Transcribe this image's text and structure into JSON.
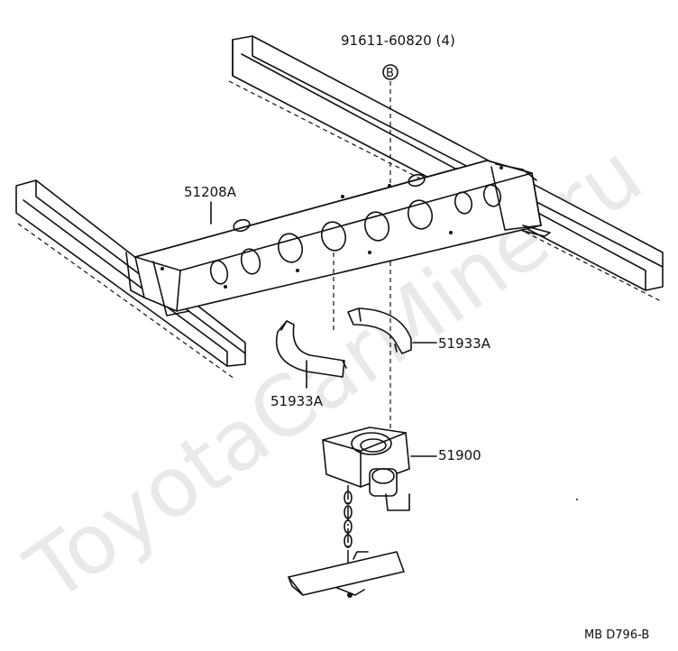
{
  "watermark": "ToyotaCarMine.ru",
  "callouts": {
    "bolt": "91611-60820 (4)",
    "bolt_ref": "B",
    "crossmember": "51208A",
    "bracket_right": "51933A",
    "bracket_left": "51933A",
    "carrier": "51900"
  },
  "diagram_code": "MB D796-B"
}
